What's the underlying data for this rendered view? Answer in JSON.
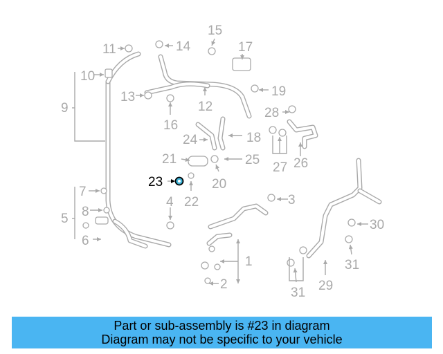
{
  "diagram": {
    "labels": [
      "1",
      "2",
      "3",
      "4",
      "5",
      "6",
      "7",
      "8",
      "9",
      "10",
      "11",
      "12",
      "13",
      "14",
      "15",
      "16",
      "17",
      "18",
      "19",
      "20",
      "21",
      "22",
      "23",
      "24",
      "25",
      "26",
      "27",
      "28",
      "29",
      "30",
      "31",
      "31"
    ],
    "highlighted_label": "23",
    "colors": {
      "line": "#a9a9a9",
      "highlight": "#000000",
      "highlight_part": "#40b4d8",
      "banner": "#4ab5f2"
    }
  },
  "banner": {
    "line1": "Part or sub-assembly is #23 in diagram",
    "line2": "Diagram may not be specific to your vehicle"
  }
}
